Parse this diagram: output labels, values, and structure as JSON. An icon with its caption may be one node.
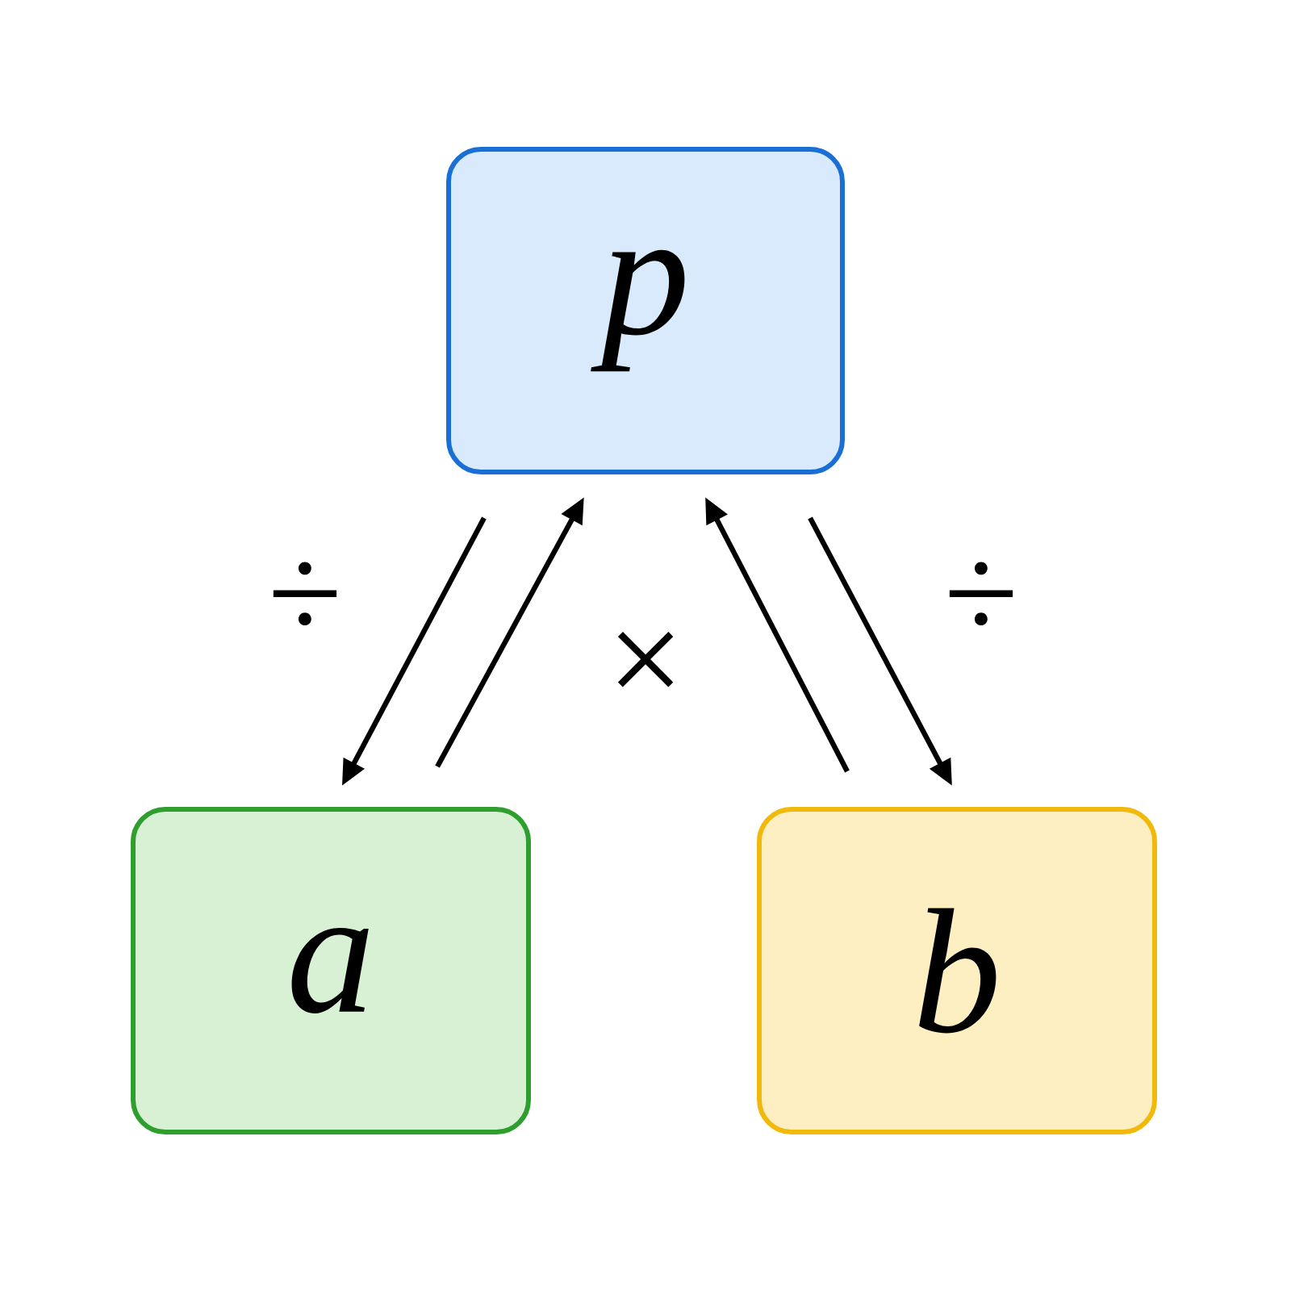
{
  "diagram": {
    "nodes": [
      {
        "text": [
          "p"
        ]
      },
      {
        "text": [
          "a"
        ]
      },
      {
        "text": [
          "b"
        ]
      }
    ],
    "edges": [
      {
        "from": 0,
        "to": 1,
        "arrow": "to",
        "label": "÷"
      },
      {
        "from": 1,
        "to": 0,
        "arrow": "to"
      },
      {
        "from": 2,
        "to": 0,
        "arrow": "to"
      },
      {
        "from": 0,
        "to": 2,
        "arrow": "to",
        "label": "÷"
      }
    ],
    "labels": [
      "×"
    ]
  }
}
